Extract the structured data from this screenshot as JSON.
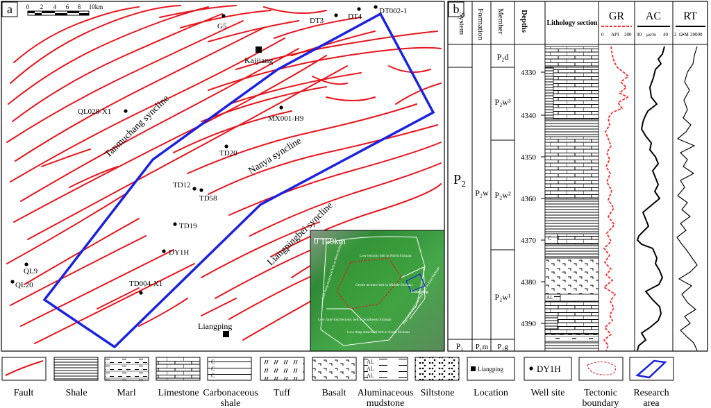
{
  "panel_a": {
    "label": "a",
    "scale": {
      "ticks": [
        "0",
        "2",
        "4",
        "6",
        "8",
        "10km"
      ]
    },
    "synclines": [
      "Tanmuchang syncline",
      "Nanya syncline",
      "Liangpingbei syncline"
    ],
    "wells": [
      "G5",
      "DT3",
      "DT4",
      "DT002-1",
      "QL028-X1",
      "MX001-H9",
      "TD20",
      "TD12",
      "TD58",
      "TD19",
      "DY1H",
      "TD004-X1",
      "QL9",
      "QL20"
    ],
    "locations": [
      "Kaijiang",
      "Liangping"
    ],
    "inset": {
      "scale_label": "0    160km",
      "regions": [
        "Low tectonic belt in North Sichuan",
        "Low steep structural belt in West Sichuan",
        "Gentle tectonic belt in Middle Sichuan",
        "High and steep structural belt in East Sichuan",
        "Low fault-fold tectonic belt in Southwest Sichuan",
        "Low steep structural belt in South Sichuan"
      ],
      "place": "Liangping"
    }
  },
  "panel_b": {
    "label": "b",
    "headers": {
      "system": "System",
      "formation": "Formation",
      "member": "Member",
      "depths": "Depths",
      "lithology": "Lithology section",
      "gr": "GR",
      "ac": "AC",
      "rt": "RT"
    },
    "gr_scale": {
      "min": "0",
      "unit": "API",
      "max": "200"
    },
    "ac_scale": {
      "min": "90",
      "unit": "μs/m",
      "max": "40"
    },
    "rt_scale": {
      "min": "2",
      "unit": "Ω•M",
      "max": "20000"
    },
    "systems": {
      "p2": "P₂",
      "p1": "P₁"
    },
    "formations": {
      "p2w": "P₂w",
      "p1m": "P₁m"
    },
    "members": {
      "p2d": "P₂d",
      "p2w3": "P₂w³",
      "p2w2": "P₂w²",
      "p2w1": "P₂w¹",
      "p1g": "P₁g"
    },
    "depth_ticks": [
      "4330",
      "4340",
      "4350",
      "4360",
      "4370",
      "4380",
      "4390"
    ],
    "litho_letters": {
      "carb": "C",
      "al": "AL"
    }
  },
  "legend": [
    {
      "icon": "fault",
      "label": "Fault"
    },
    {
      "icon": "shale",
      "label": "Shale"
    },
    {
      "icon": "marl",
      "label": "Marl"
    },
    {
      "icon": "limestone",
      "label": "Limestone"
    },
    {
      "icon": "carbonaceous",
      "label": "Carbonaceous shale",
      "letter": "C"
    },
    {
      "icon": "tuff",
      "label": "Tuff"
    },
    {
      "icon": "basalt",
      "label": "Basalt"
    },
    {
      "icon": "aluminaceous",
      "label": "Aluminaceous mudstone",
      "letter": "AL"
    },
    {
      "icon": "siltstone",
      "label": "Siltstone"
    },
    {
      "icon": "location",
      "label": "Location",
      "sample": "Liangping"
    },
    {
      "icon": "well",
      "label": "Well site",
      "sample": "DY1H"
    },
    {
      "icon": "tectonic-boundary",
      "label": "Tectonic boundary"
    },
    {
      "icon": "research-area",
      "label": "Research area"
    }
  ],
  "colors": {
    "fault": "#e8141c",
    "research": "#1a22e0",
    "gr": "#ff2a2a",
    "inset_green": "#3c9a3c"
  }
}
